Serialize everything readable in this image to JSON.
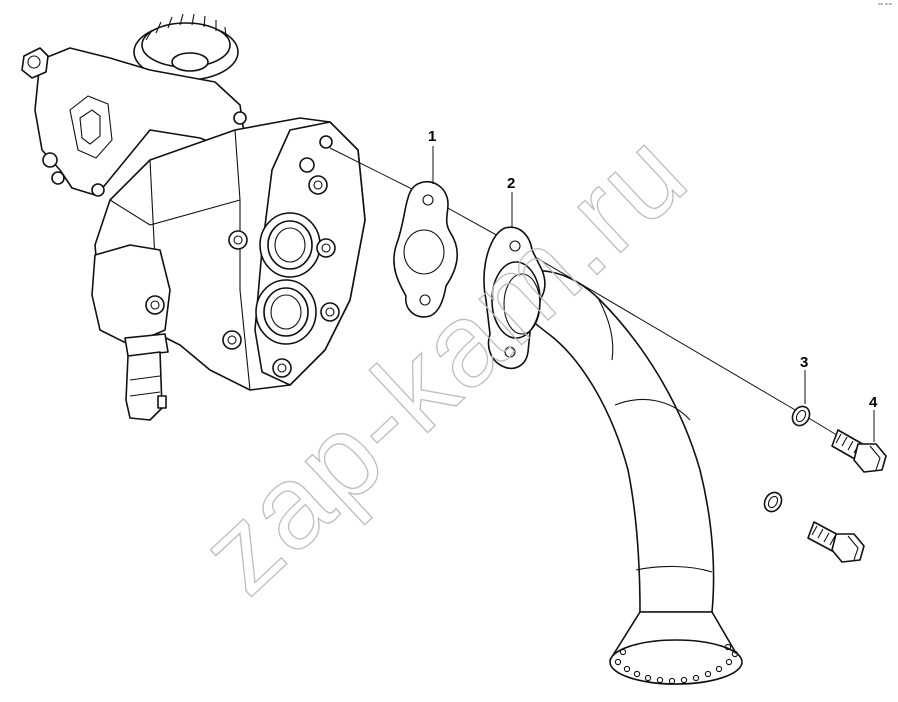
{
  "diagram": {
    "callouts": [
      {
        "id": "callout-1",
        "label": "1",
        "part": "gasket"
      },
      {
        "id": "callout-2",
        "label": "2",
        "part": "suction-pipe"
      },
      {
        "id": "callout-3",
        "label": "3",
        "part": "washer"
      },
      {
        "id": "callout-4",
        "label": "4",
        "part": "bolt"
      }
    ],
    "watermark": "zap-kam.ru",
    "corner_mark": "ᵃᵃ ⁿⁿⁿ"
  },
  "colors": {
    "line": "#111111",
    "watermark": "#bdbdbd",
    "background": "#ffffff"
  }
}
